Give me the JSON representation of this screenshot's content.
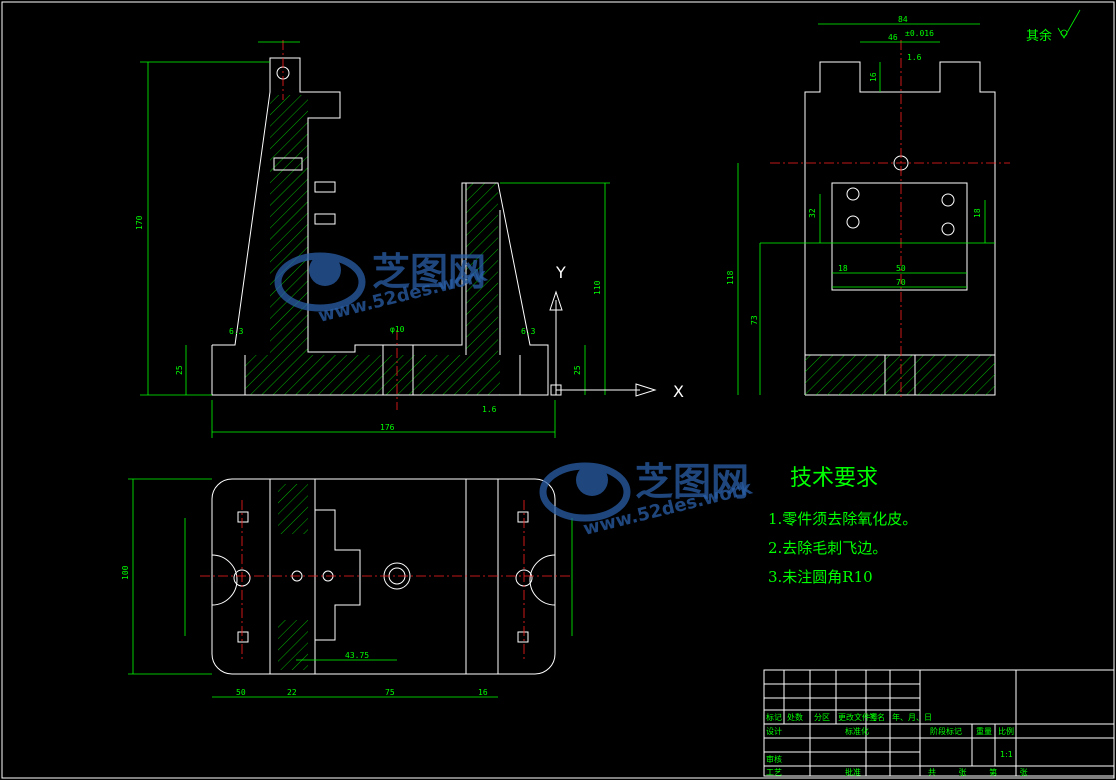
{
  "drawing": {
    "roughness_note": "其余",
    "axis_y": "Y",
    "axis_x": "X",
    "dimensions_front": {
      "height_total": "170",
      "width_total": "176",
      "height_right": "110",
      "base_left": "25",
      "base_right": "25",
      "rough1": "6.3",
      "rough2": "6.3",
      "rough3": "1.6",
      "hole_d": "φ10"
    },
    "dimensions_side": {
      "top_width": "84",
      "top_inner": "46",
      "top_tol": "±0.016",
      "height_total": "118",
      "height_mid": "73",
      "rough": "1.6",
      "d1": "18",
      "d2": "50",
      "d3": "70",
      "d4": "32",
      "d5": "18",
      "d6": "16"
    },
    "dimensions_top": {
      "height": "100",
      "w1": "50",
      "w2": "22",
      "w3": "75",
      "w4": "16",
      "mid": "43.75"
    }
  },
  "requirements": {
    "title": "技术要求",
    "items": [
      "1.零件须去除氧化皮。",
      "2.去除毛刺飞边。",
      "3.未注圆角R10"
    ]
  },
  "watermark": {
    "brand": "芝图网",
    "url": "www.52des.work"
  },
  "title_block": {
    "row_labels": [
      "标记",
      "处数",
      "分区",
      "更改文件号",
      "签名",
      "年、月、日"
    ],
    "design": "设计",
    "standard": "标准化",
    "review": "审核",
    "process": "工艺",
    "approve": "批准",
    "stage_mark": "阶段标记",
    "weight": "重量",
    "scale_label": "比例",
    "scale": "1:1",
    "sheet": "共 张 第 张"
  }
}
